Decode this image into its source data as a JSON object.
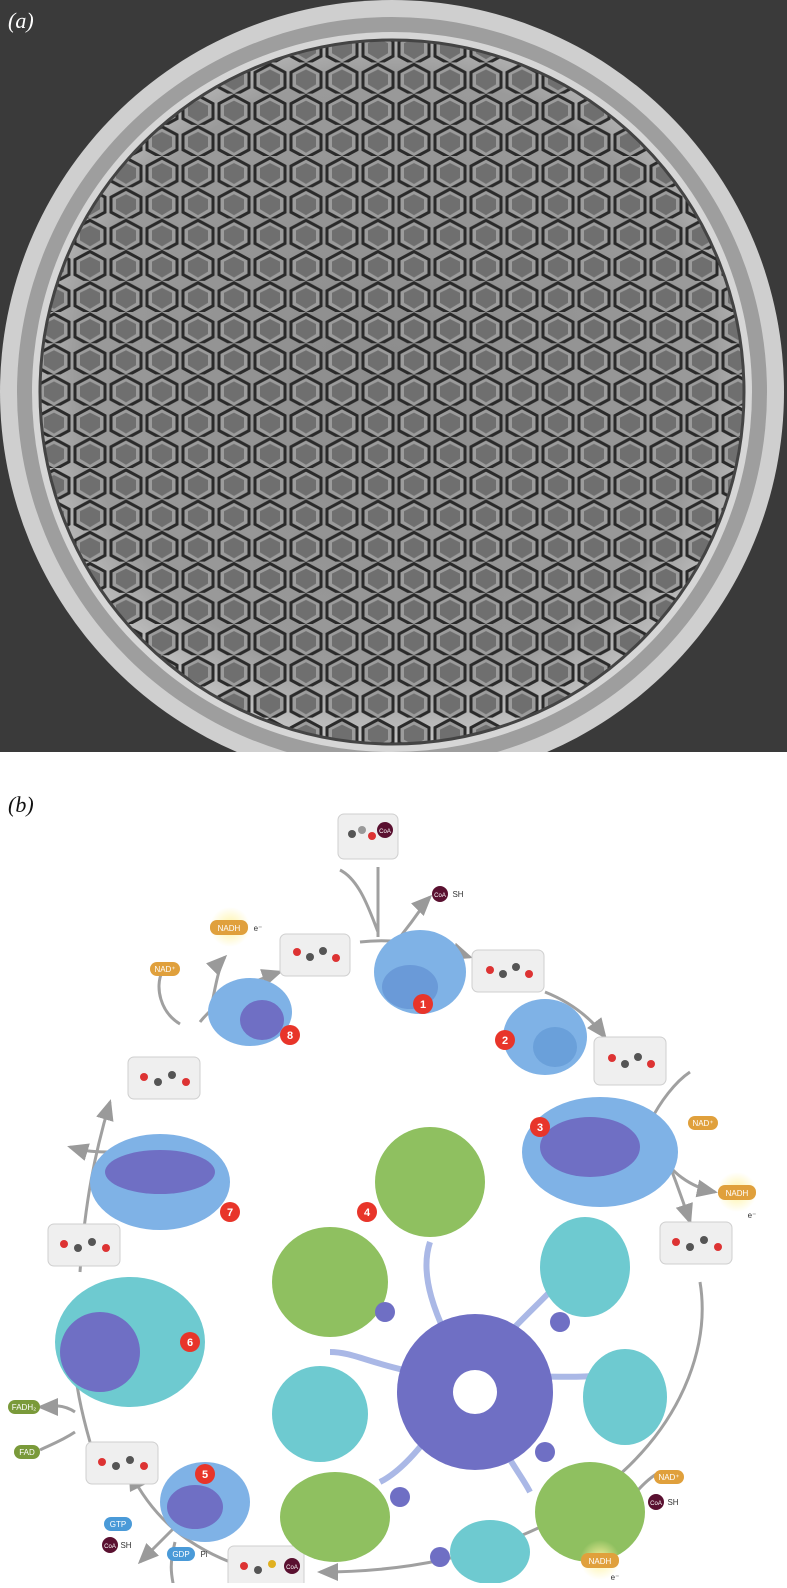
{
  "panel_a": {
    "label": "(a)"
  },
  "panel_b": {
    "label": "(b)",
    "steps": [
      "1",
      "2",
      "3",
      "4",
      "5",
      "6",
      "7",
      "8"
    ],
    "cofactors": {
      "coa": "CoA",
      "sh": "SH",
      "nadh": "NADH",
      "nad_plus": "NAD⁺",
      "fadh2": "FADH₂",
      "fad": "FAD",
      "gtp": "GTP",
      "gdp": "GDP",
      "pi": "Pi",
      "electron": "e⁻"
    },
    "colors": {
      "step_badge": "#e8352a",
      "nad": "#e0a03c",
      "fad": "#7a9a3a",
      "gtp": "#4a9ad8",
      "coa": "#5a1030",
      "protein_blue": "#7fb2e6",
      "protein_purple": "#6f6fc4",
      "protein_green": "#8fc060",
      "protein_cyan": "#6ecad0"
    }
  }
}
